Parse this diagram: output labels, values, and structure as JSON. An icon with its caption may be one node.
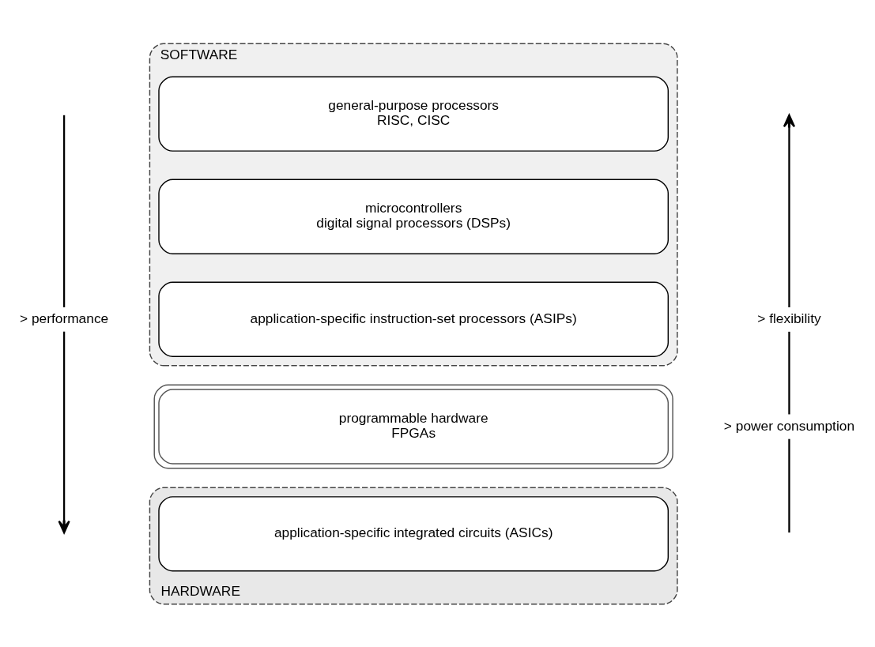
{
  "diagram": {
    "nodes": [
      {
        "text": [
          "SOFTWARE"
        ]
      },
      {
        "text": [
          "general-purpose processors",
          "RISC, CISC"
        ],
        "in": 0
      },
      {
        "text": [
          "microcontrollers",
          "digital signal processors (DSPs)"
        ],
        "in": 0
      },
      {
        "text": [
          "application-specific instruction-set processors (ASIPs)"
        ],
        "in": 0
      },
      {
        "text": [
          "programmable hardware",
          "FPGAs"
        ]
      },
      {
        "text": [
          "HARDWARE"
        ]
      },
      {
        "text": [
          "application-specific integrated circuits (ASICs)"
        ],
        "in": 5
      }
    ],
    "edges": [],
    "labels": [
      "> performance",
      "> flexibility",
      "> power consumption"
    ]
  }
}
